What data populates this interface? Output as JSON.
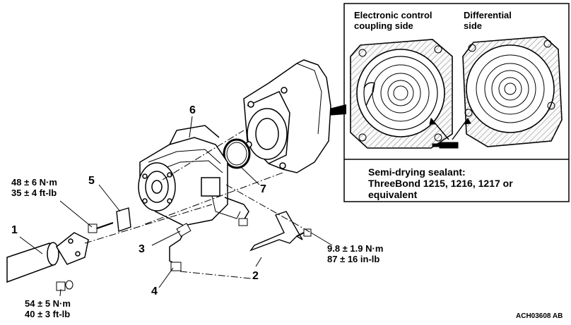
{
  "inset": {
    "left_heading": [
      "Electronic control",
      "coupling side"
    ],
    "right_heading": [
      "Differential",
      "side"
    ],
    "sealant_note": [
      "Semi-drying sealant:",
      "ThreeBond 1215, 1216, 1217 or",
      "equivalent"
    ]
  },
  "torques": {
    "t1": [
      "48 ± 6 N·m",
      "35 ± 4 ft-lb"
    ],
    "t2": [
      "9.8 ± 1.9 N·m",
      "87 ± 16 in-lb"
    ],
    "t3": [
      "54 ± 5 N·m",
      "40 ± 3 ft-lb"
    ]
  },
  "callouts": [
    "1",
    "2",
    "3",
    "4",
    "5",
    "6",
    "7"
  ],
  "figure_code": "ACH03608 AB"
}
